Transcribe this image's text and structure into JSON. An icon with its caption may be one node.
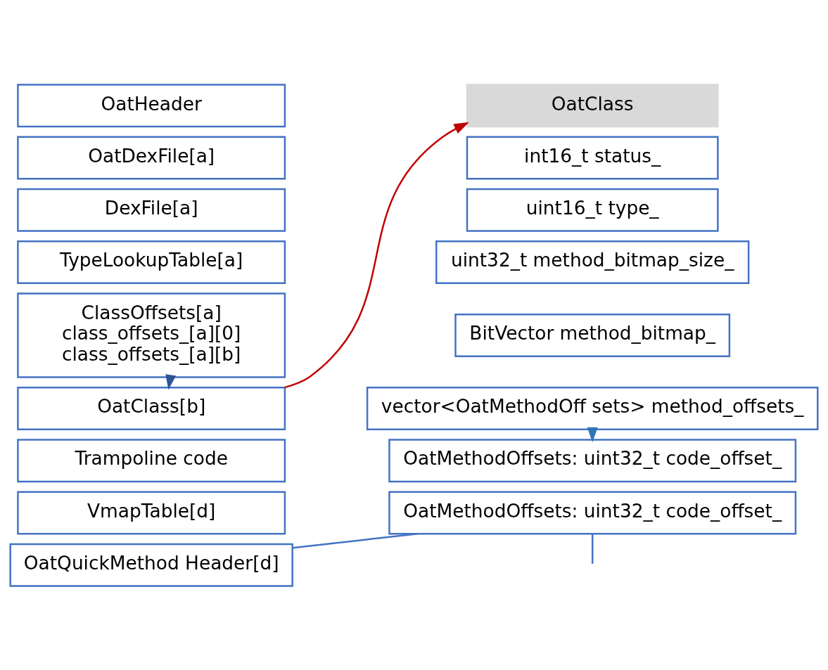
{
  "diagram": {
    "nodes": [
      {
        "text": [
          "OatHeader"
        ]
      },
      {
        "text": [
          "OatDexFile[a]"
        ]
      },
      {
        "text": [
          "DexFile[a]"
        ]
      },
      {
        "text": [
          "TypeLookupTable[a]"
        ]
      },
      {
        "text": [
          "ClassOffsets[a]",
          "class_offsets_[a][0]",
          "class_offsets_[a][b]"
        ]
      },
      {
        "text": [
          "OatClass[b]"
        ]
      },
      {
        "text": [
          "Trampoline code"
        ]
      },
      {
        "text": [
          "VmapTable[d]"
        ]
      },
      {
        "text": [
          "OatQuickMethod Header[d]"
        ]
      },
      {
        "text": [
          "OatClass"
        ]
      },
      {
        "text": [
          "int16_t status_"
        ]
      },
      {
        "text": [
          "uint16_t type_"
        ]
      },
      {
        "text": [
          "uint32_t method_bitmap_size_"
        ]
      },
      {
        "text": [
          "BitVector method_bitmap_"
        ]
      },
      {
        "text": [
          "vector<OatMethodOff sets> method_offsets_"
        ]
      },
      {
        "text": [
          "OatMethodOffsets: uint32_t code_offset_"
        ]
      },
      {
        "text": [
          "OatMethodOffsets: uint32_t code_offset_"
        ]
      }
    ],
    "edges": [
      {
        "from": 4,
        "to": 5,
        "arrow": "to",
        "style": "dashed",
        "color": "#2f5597"
      },
      {
        "from": 5,
        "to": 9,
        "arrow": "to",
        "color": "#c00000"
      },
      {
        "from": 14,
        "to": 15,
        "arrow": "to",
        "style": "dashed",
        "color": "#2e75b6"
      },
      {
        "from": 8,
        "to": 16,
        "arrow": "none"
      },
      {
        "from": 16,
        "to": null,
        "arrow": "none"
      }
    ]
  }
}
